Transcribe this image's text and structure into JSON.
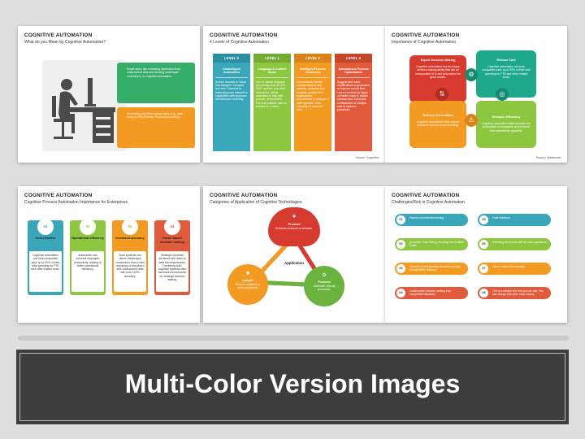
{
  "slides": [
    {
      "title": "COGNITIVE AUTOMATION",
      "subtitle": "What do you Mean by Cognitive Automation?",
      "boxes": [
        {
          "text": "Smart users, like extracting information from unstructured data and deriving meaningful conclusions, is Cognitive Automation.",
          "color": "#37ad6a"
        },
        {
          "text": "Automating repetitive manual tasks (e.g., data entry) is RPA (Robotic Process Automation).",
          "color": "#f29a21"
        }
      ],
      "icon": "person-at-computer-icon"
    },
    {
      "title": "COGNITIVE AUTOMATION",
      "subtitle": "4 Levels of Cognitive Automation",
      "source": "Source: Cognifirst",
      "levels": [
        {
          "label": "LEVEL 0",
          "name": "Unintelligent Automation",
          "text": "Screen recorder or visual flow designer. Complex rule sets. Focused on replicating user interaction capabilities with keyboard and behavior modeling.",
          "color": "#3aa6b9"
        },
        {
          "label": "LEVEL 1",
          "name": "Language & Content Aware",
          "text": "Use of natural language processing tools for text, OCR, speech, and other interaction. Virtual assistants to help with process development. Pre-read validate data as needed for context.",
          "color": "#8dc63f"
        },
        {
          "label": "LEVEL 2",
          "name": "Intelligent Process Awareness",
          "text": "Automatically identify process flows in raw systems. Analyzes and template process flow expectations. Understands of changes & state dynamic. Task following on incorrect data.",
          "color": "#f29a21"
        },
        {
          "label": "LEVEL 3",
          "name": "Autonomous Process Optimization",
          "text": "Suggest and make modifications to processes to improve overall flow. Learn from fixed to figure out better ways to handle process flow. Automatic orchestration of multiple bots to optimize processes.",
          "color": "#e05b3b"
        }
      ]
    },
    {
      "title": "COGNITIVE AUTOMATION",
      "subtitle": "Importance of Cognitive Automation",
      "source": "Source: Mastercbd",
      "items": [
        {
          "name": "Expert Decision Making",
          "text": "Cognitive automation has its unique decision making ability that can be incorporated in AI and automation for great results.",
          "color": "#d73a2f"
        },
        {
          "name": "Reduce Cost",
          "text": "Cognitive automation can help companies save up to 50% of their total spending for FTE and other related costs.",
          "color": "#1fa98b"
        },
        {
          "name": "Reduces Error Rates",
          "text": "Cognitive automation helps reduce human errors and errors resulting.",
          "color": "#f29a21"
        },
        {
          "name": "Enhance Efficiency",
          "text": "Cognitive automation helps increase the productivity of companies and enhance their operational capability.",
          "color": "#8dc63f"
        }
      ]
    },
    {
      "title": "COGNITIVE AUTOMATION",
      "subtitle": "Cognitive Process Automation Importance for Enterprises",
      "cols": [
        {
          "num": "01",
          "name": "Cost-effective",
          "text": "Cognitive automation can help companies save up to 50% of their total spending for FTE and other related costs.",
          "color": "#3aa6b9"
        },
        {
          "num": "02",
          "name": "Operational efficiency",
          "text": "Automation can increase employee productivity, leading to better operational efficiency.",
          "color": "#8dc63f"
        },
        {
          "num": "03",
          "name": "Increased accuracy",
          "text": "Such systems can derive meaningful conclusions from a vast repository of structured and unstructured data with near 100% accuracy.",
          "color": "#f29a21"
        },
        {
          "num": "04",
          "name": "Faster-based decision making",
          "text": "Strategic business decisions drill down to data and experiences. Combining both, cognitive systems offer fact-based conclusions for strategic decision making.",
          "color": "#e05b3b"
        }
      ]
    },
    {
      "title": "COGNITIVE AUTOMATION",
      "subtitle": "Categories of Application of Cognitive Technologies",
      "center": "Application",
      "nodes": [
        {
          "name": "Product",
          "text": "Enhance products or services.",
          "color": "#d73a2f"
        },
        {
          "name": "Insight",
          "text": "Discover patterns or make predictions.",
          "color": "#f29a21"
        },
        {
          "name": "Process",
          "text": "Automate internal processes.",
          "color": "#6bb33e"
        }
      ]
    },
    {
      "title": "COGNITIVE AUTOMATION",
      "subtitle": "Challenges/Risk in Cognitive Automation",
      "pills": [
        {
          "num": "01",
          "text": "Generic incremental learning.",
          "color": "#3aa6b9"
        },
        {
          "num": "02",
          "text": "Automatic Goal Setting, breaking into multiple Goals.",
          "color": "#8dc63f"
        },
        {
          "num": "03",
          "text": "Semantic Understanding World Knowledge (Google/Wiki/ Watson).",
          "color": "#f29a21"
        },
        {
          "num": "04",
          "text": "Collaborative decision making from unexpected situations.",
          "color": "#e05b3b"
        },
        {
          "num": "05",
          "text": "Fault tolerance.",
          "color": "#3aa6b9"
        },
        {
          "num": "06",
          "text": "Retaining the human skill for basic operations.",
          "color": "#8dc63f"
        },
        {
          "num": "07",
          "text": "Time to hand off to humans.",
          "color": "#f29a21"
        },
        {
          "num": "08",
          "text": "This is a sample text that you can edit. You can change font (size, color, name).",
          "color": "#e05b3b"
        }
      ]
    }
  ],
  "banner": "Multi-Color Version Images"
}
